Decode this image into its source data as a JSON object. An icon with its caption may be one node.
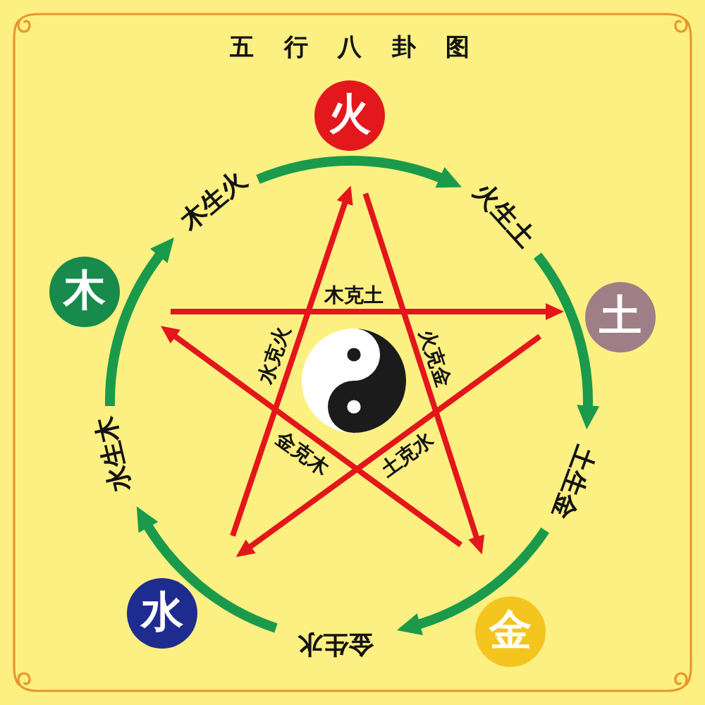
{
  "diagram": {
    "title": "五行八卦图",
    "nodes": [
      {
        "text": [
          "火"
        ]
      },
      {
        "text": [
          "木生火"
        ]
      },
      {
        "text": [
          "火生土"
        ]
      },
      {
        "text": [
          "木"
        ]
      },
      {
        "text": [
          "土"
        ]
      },
      {
        "text": [
          "水生木"
        ]
      },
      {
        "text": [
          "土生金"
        ]
      },
      {
        "text": [
          "水"
        ]
      },
      {
        "text": [
          "金"
        ]
      },
      {
        "text": [
          "金生水"
        ]
      }
    ],
    "edges": [
      {
        "from": 1,
        "to": 2,
        "arrow": "to"
      },
      {
        "from": 2,
        "to": 6,
        "arrow": "to"
      },
      {
        "from": 6,
        "to": 9,
        "arrow": "to"
      },
      {
        "from": 9,
        "to": 5,
        "arrow": "to"
      },
      {
        "from": 5,
        "to": 1,
        "arrow": "to"
      },
      {
        "from": 3,
        "to": 4,
        "arrow": "to",
        "label": "木克土",
        "color": "#e3161b"
      },
      {
        "from": 0,
        "to": 8,
        "arrow": "to",
        "label": "火克金",
        "color": "#e3161b"
      },
      {
        "from": 4,
        "to": 7,
        "arrow": "to",
        "label": "土克水",
        "color": "#e3161b"
      },
      {
        "from": 7,
        "to": 0,
        "arrow": "to",
        "label": "水克火",
        "color": "#e3161b"
      },
      {
        "from": 8,
        "to": 3,
        "arrow": "to",
        "label": "金克木",
        "color": "#e3161b"
      }
    ]
  }
}
